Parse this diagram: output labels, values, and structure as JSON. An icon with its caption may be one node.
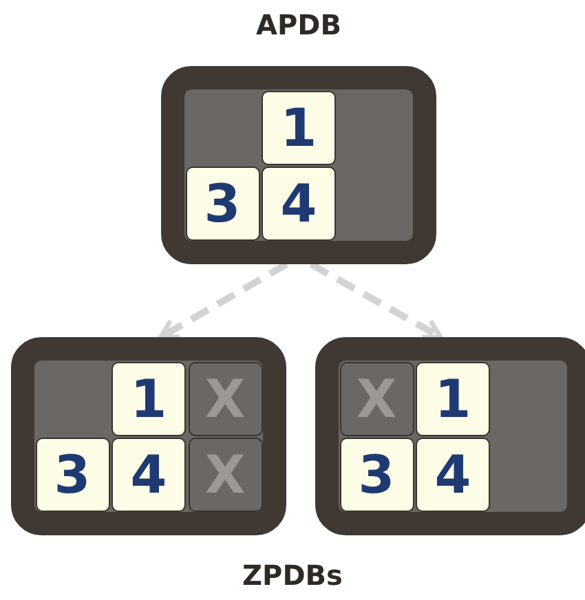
{
  "diagram": {
    "nodes": [
      {
        "text": [
          "APDB"
        ]
      },
      {
        "text": [
          "1"
        ],
        "in": 0
      },
      {
        "text": [
          "3"
        ],
        "in": 0
      },
      {
        "text": [
          "4"
        ],
        "in": 0
      },
      {
        "text": [],
        "shape": "box"
      },
      {
        "text": [
          "1"
        ],
        "in": 4
      },
      {
        "text": [
          "X"
        ],
        "in": 4
      },
      {
        "text": [
          "3"
        ],
        "in": 4
      },
      {
        "text": [
          "4"
        ],
        "in": 4
      },
      {
        "text": [
          "X"
        ],
        "in": 4
      },
      {
        "text": [],
        "shape": "box"
      },
      {
        "text": [
          "X"
        ],
        "in": 10
      },
      {
        "text": [
          "1"
        ],
        "in": 10
      },
      {
        "text": [
          "3"
        ],
        "in": 10
      },
      {
        "text": [
          "4"
        ],
        "in": 10
      }
    ],
    "edges": [
      {
        "from": 0,
        "to": 4,
        "arrow": "to",
        "style": "dashed"
      },
      {
        "from": 0,
        "to": 10,
        "arrow": "to",
        "style": "dashed"
      }
    ],
    "labels": [
      "ZPDBs"
    ]
  }
}
